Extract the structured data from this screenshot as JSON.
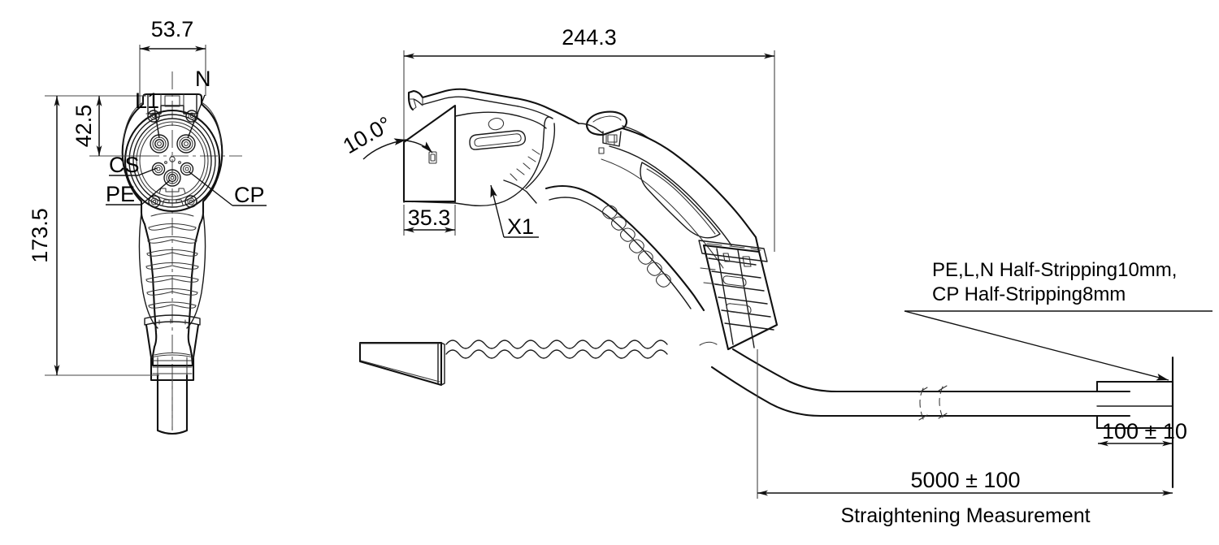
{
  "drawing": {
    "title": "EV charging connector assembly drawing",
    "background_color": "#ffffff",
    "line_color": "#111111"
  },
  "front_view": {
    "name": "front-view",
    "dimensions": {
      "width": "53.7",
      "pin_offset": "42.5",
      "total_height": "173.5"
    },
    "pin_labels": {
      "l1": "L1",
      "n": "N",
      "cs": "CS",
      "pe": "PE",
      "cp": "CP"
    }
  },
  "side_view": {
    "name": "side-view",
    "dimensions": {
      "overall_length": "244.3",
      "nose_length": "35.3",
      "angle": "10.0°"
    },
    "detail_label": "X1"
  },
  "cable_view": {
    "name": "cable-view",
    "strip_note_line1": "PE,L,N Half-Stripping10mm,",
    "strip_note_line2": "CP Half-Stripping8mm",
    "end_dimension": "100 ± 10",
    "length_dimension": "5000 ± 100",
    "caption": "Straightening Measurement"
  }
}
